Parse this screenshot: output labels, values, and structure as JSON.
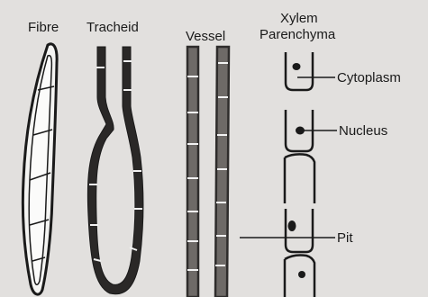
{
  "labels": {
    "fibre": "Fibre",
    "tracheid": "Tracheid",
    "vessel": "Vessel",
    "xylem_parenchyma_line1": "Xylem",
    "xylem_parenchyma_line2": "Parenchyma",
    "cytoplasm": "Cytoplasm",
    "nucleus": "Nucleus",
    "pit": "Pit"
  },
  "colors": {
    "background": "#e2e0de",
    "ink": "#1a1a1a",
    "vessel_wall": "#2e2c2b",
    "vessel_lumen": "#6e6a67",
    "pit_mark": "#f2f2f2"
  }
}
